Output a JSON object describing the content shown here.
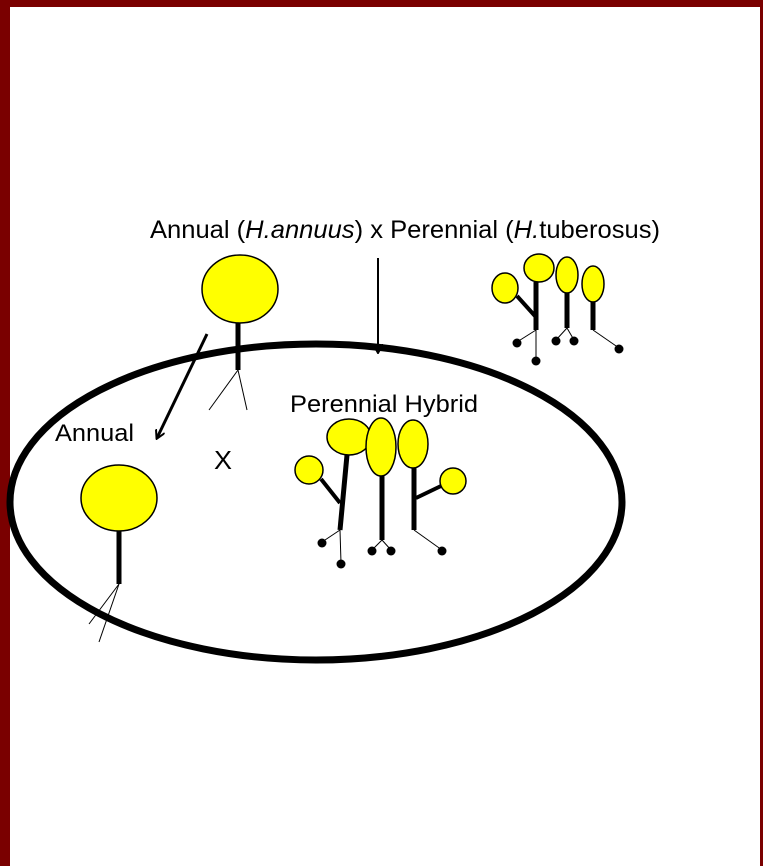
{
  "colors": {
    "frame": "#7a0000",
    "flower_fill": "#ffff00",
    "stroke": "#000000",
    "background": "#ffffff"
  },
  "cross": {
    "annual_prefix": "Annual (",
    "annual_species": "H.annuus",
    "annual_suffix": ")",
    "cross_symbol": "x",
    "perennial_prefix": "Perennial (",
    "perennial_species_initial": "H.",
    "perennial_species_rest": "tuberosus",
    "perennial_suffix": ")"
  },
  "offspring": {
    "annual_label": "Annual",
    "backcross_symbol": "X",
    "hybrid_label": "Perennial Hybrid"
  }
}
